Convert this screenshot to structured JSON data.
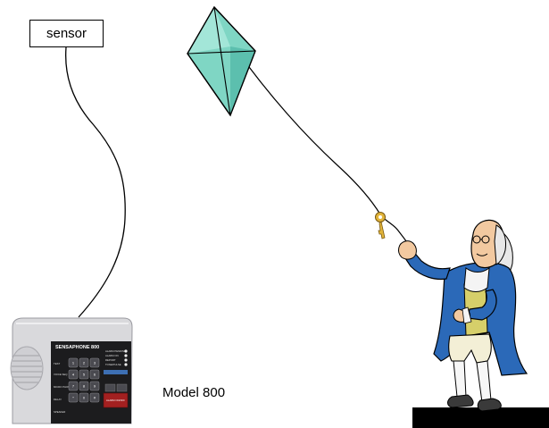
{
  "sensor_label": "sensor",
  "model_label": "Model 800",
  "device": {
    "brand": "SENSAPHONE 800",
    "alarm_button": "ALARM ON/OFF",
    "status_labels": [
      "ALARM PENDING",
      "ALARM ON",
      "REPORT",
      "TONE/PULSE"
    ],
    "side_keys": [
      "TEST",
      "VOICE SEQ",
      "MICRO PHONE",
      "DELAY",
      "SPEAKER"
    ],
    "keys": [
      "1",
      "2",
      "3",
      "4",
      "5",
      "6",
      "7",
      "8",
      "9",
      "*",
      "0",
      "#"
    ]
  },
  "colors": {
    "kite_fill": "#7fd6c4",
    "kite_shade": "#5cbfae",
    "coat": "#2b69b8",
    "vest": "#d6cf6a",
    "breeches": "#f3efd6",
    "device_body": "#d9d9dc",
    "device_panel": "#1c1c1e",
    "alarm_button": "#a32020",
    "ground": "#000000",
    "key_gold": "#e1b43a"
  }
}
